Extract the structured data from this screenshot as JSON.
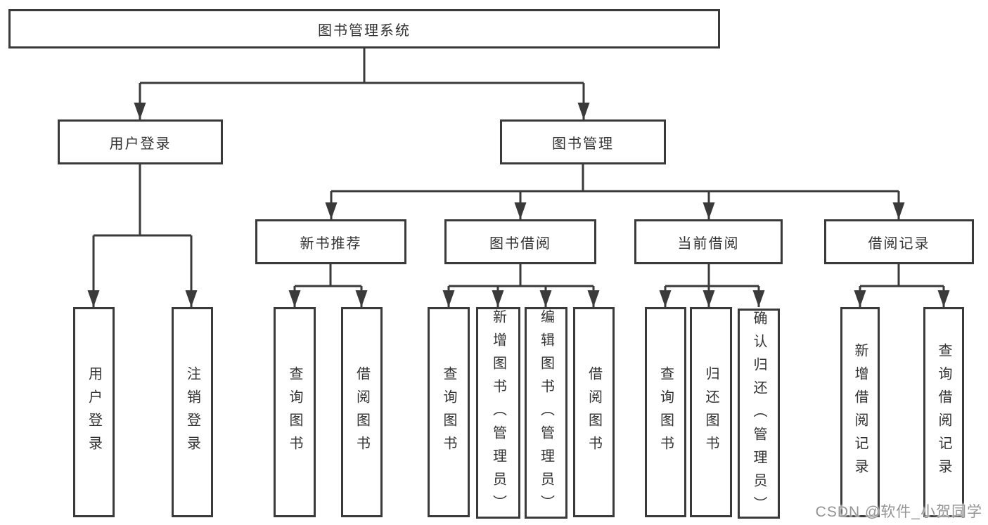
{
  "nodes": {
    "root": "图书管理系统",
    "user_login": "用户登录",
    "book_management": "图书管理",
    "new_book_recommend": "新书推荐",
    "book_borrowing": "图书借阅",
    "current_borrowing": "当前借阅",
    "borrowing_records": "借阅记录",
    "leaf_user_login": "用户登录",
    "leaf_logout": "注销登录",
    "leaf_nb_query_books": "查询图书",
    "leaf_nb_borrow_books": "借阅图书",
    "leaf_bb_query_books": "查询图书",
    "leaf_bb_add_books": "新增图书（管理员）",
    "leaf_bb_edit_books": "编辑图书（管理员）",
    "leaf_bb_borrow_books": "借阅图书",
    "leaf_cb_query_books": "查询图书",
    "leaf_cb_return_books": "归还图书",
    "leaf_cb_confirm_return": "确认归还（管理员）",
    "leaf_br_add_record": "新增借阅记录",
    "leaf_br_query_record": "查询借阅记录"
  },
  "watermark": {
    "text": "CSDN @软件_小贺同学",
    "color": "#949494"
  },
  "colors": {
    "line": "#3a3a3a",
    "text": "#333333",
    "background": "#ffffff"
  }
}
